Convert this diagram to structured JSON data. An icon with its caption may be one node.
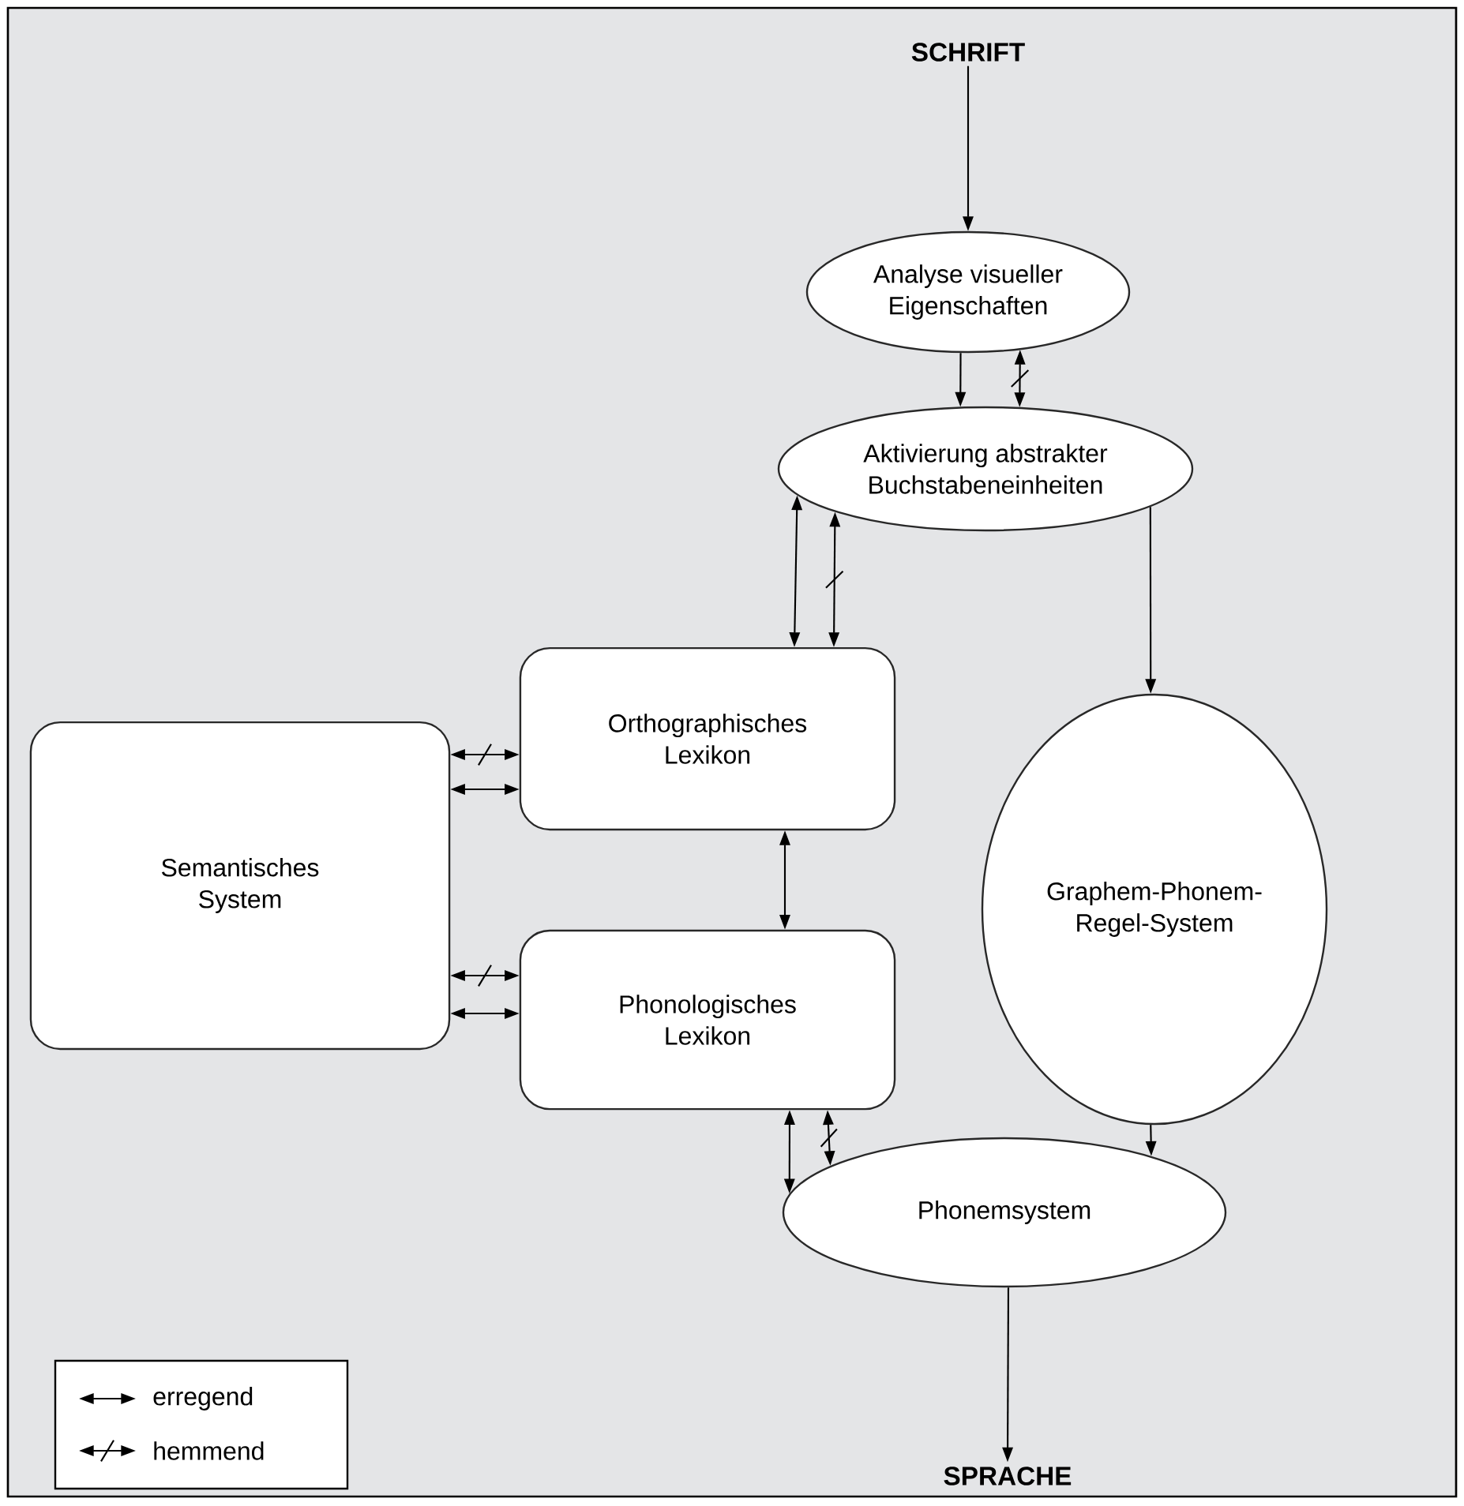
{
  "diagram": {
    "nodes": [
      {
        "text": [
          "SCHRIFT"
        ]
      },
      {
        "text": [
          "Analyse visueller Eigenschaften"
        ]
      },
      {
        "text": [
          "Aktivierung abstrakter Buchstabeneinheiten"
        ]
      },
      {
        "text": [
          "Orthographisches Lexikon"
        ]
      },
      {
        "text": [
          "Graphem-Phonem-Regel-System"
        ]
      },
      {
        "text": [
          "Semantisches System"
        ]
      },
      {
        "text": [
          "Phonologisches Lexikon"
        ]
      },
      {
        "text": [
          "Phonemsystem"
        ]
      },
      {
        "text": [
          "SPRACHE"
        ]
      }
    ],
    "edges": [
      {
        "from": 0,
        "to": 1,
        "arrow": "to"
      },
      {
        "from": 1,
        "to": 2,
        "arrow": "to"
      },
      {
        "from": 1,
        "to": 2,
        "arrow": "both"
      },
      {
        "from": 2,
        "to": 3,
        "arrow": "both"
      },
      {
        "from": 2,
        "to": 3,
        "arrow": "both"
      },
      {
        "from": 2,
        "to": 4,
        "arrow": "to"
      },
      {
        "from": 5,
        "to": 3,
        "arrow": "both"
      },
      {
        "from": 5,
        "to": 3,
        "arrow": "both"
      },
      {
        "from": 3,
        "to": 6,
        "arrow": "both"
      },
      {
        "from": 5,
        "to": 6,
        "arrow": "both"
      },
      {
        "from": 5,
        "to": 6,
        "arrow": "both"
      },
      {
        "from": 6,
        "to": 7,
        "arrow": "both"
      },
      {
        "from": 6,
        "to": 7,
        "arrow": "both"
      },
      {
        "from": 4,
        "to": 7,
        "arrow": "to"
      },
      {
        "from": 7,
        "to": 8,
        "arrow": "to"
      }
    ],
    "legend": [
      {
        "text": "erregend"
      },
      {
        "text": "hemmend"
      }
    ]
  }
}
